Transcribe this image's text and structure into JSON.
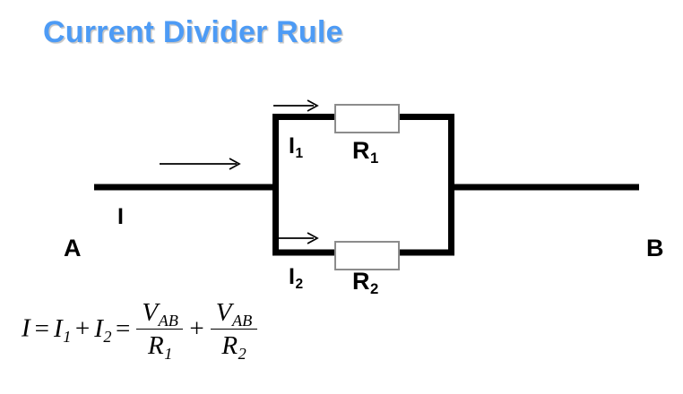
{
  "slide": {
    "title": "Current Divider Rule",
    "title_color": "#4d9bf5",
    "background_color": "#ffffff"
  },
  "circuit": {
    "wire_color": "#000000",
    "resistor_border_color": "#8c8c8c",
    "resistor_fill_color": "#ffffff",
    "nodes": [
      {
        "name": "node-a",
        "label": "A"
      },
      {
        "name": "node-b",
        "label": "B"
      }
    ],
    "currents": [
      {
        "name": "total-current",
        "label": "I",
        "subscript": ""
      },
      {
        "name": "branch-current-1",
        "label": "I",
        "subscript": "1"
      },
      {
        "name": "branch-current-2",
        "label": "I",
        "subscript": "2"
      }
    ],
    "resistors": [
      {
        "name": "resistor-1",
        "label": "R",
        "subscript": "1"
      },
      {
        "name": "resistor-2",
        "label": "R",
        "subscript": "2"
      }
    ],
    "labels": {
      "node_a": "A",
      "node_b": "B",
      "current_total": "I",
      "current_1_base": "I",
      "current_1_sub": "1",
      "current_2_base": "I",
      "current_2_sub": "2",
      "resistor_1_base": "R",
      "resistor_1_sub": "1",
      "resistor_2_base": "R",
      "resistor_2_sub": "2"
    }
  },
  "formula": {
    "plain_text": "I = I1 + I2 = VAB/R1 + VAB/R2",
    "lhs": "I",
    "equals_1": "=",
    "term1_base": "I",
    "term1_sub": "1",
    "plus_1": "+",
    "term2_base": "I",
    "term2_sub": "2",
    "equals_2": "=",
    "frac1_num_base": "V",
    "frac1_num_sub": "AB",
    "frac1_den_base": "R",
    "frac1_den_sub": "1",
    "plus_2": "+",
    "frac2_num_base": "V",
    "frac2_num_sub": "AB",
    "frac2_den_base": "R",
    "frac2_den_sub": "2"
  }
}
